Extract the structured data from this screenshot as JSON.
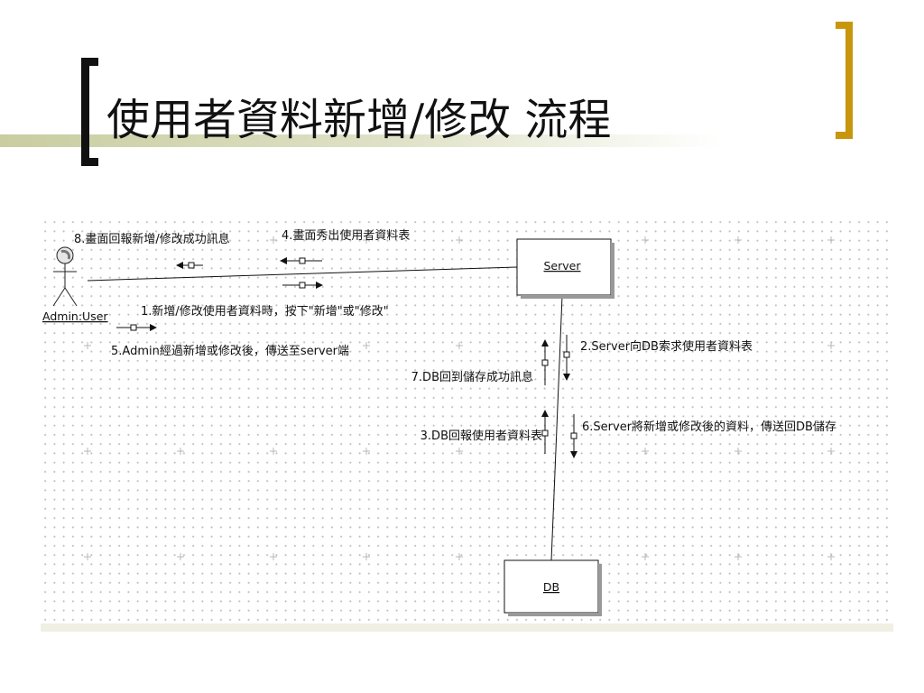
{
  "slide": {
    "title": "使用者資料新增/修改 流程"
  },
  "diagram": {
    "actor": {
      "label": "Admin:User",
      "icon": "stick-figure-actor-icon"
    },
    "objects": {
      "server": "Server",
      "db": "DB"
    },
    "messages": {
      "m1": "1.新增/修改使用者資料時，按下\"新增\"或\"修改\"",
      "m2": "2.Server向DB索求使用者資料表",
      "m3": "3.DB回報使用者資料表",
      "m4": "4.畫面秀出使用者資料表",
      "m5": "5.Admin經過新增或修改後，傳送至server端",
      "m6": "6.Server將新增或修改後的資料，傳送回DB儲存",
      "m7": "7.DB回到儲存成功訊息",
      "m8": "8.畫面回報新增/修改成功訊息"
    }
  },
  "colors": {
    "bracket_left": "#111111",
    "bracket_right": "#c8960c",
    "title_band": "#c9cda0",
    "grid_dot": "#c0c0c0"
  }
}
